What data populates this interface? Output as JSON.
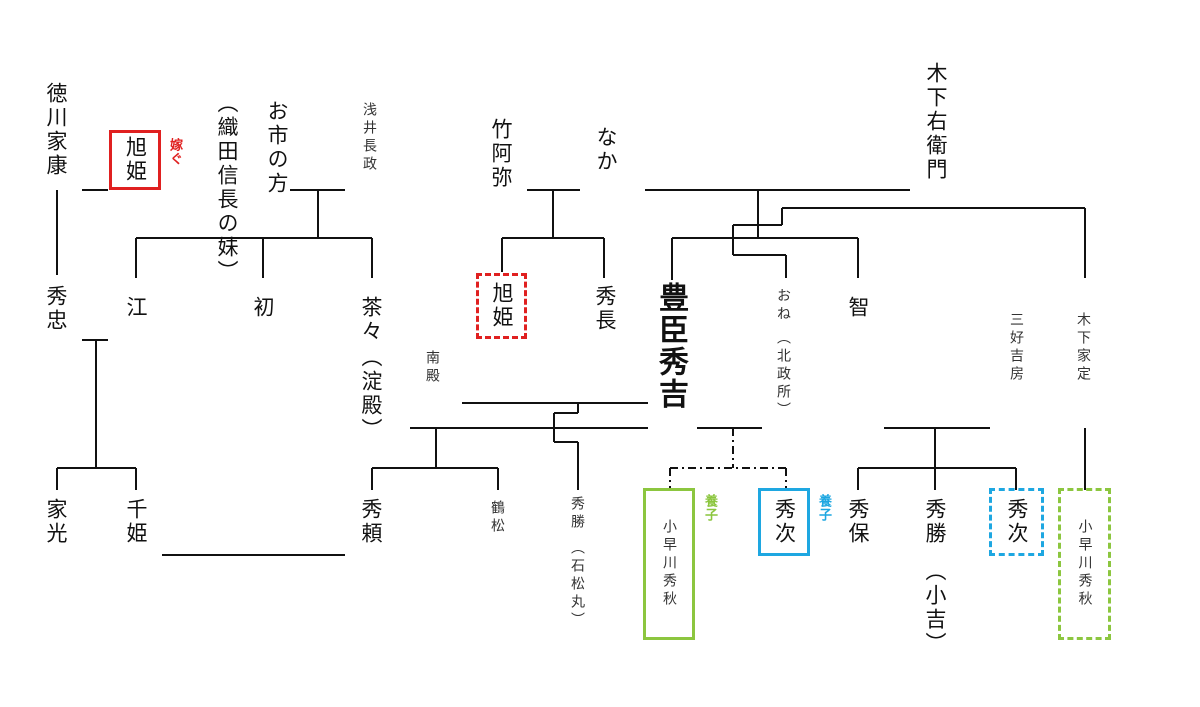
{
  "people": {
    "tokugawa_ieyasu": "徳川家康",
    "asahi_hime_bride": "旭姫",
    "oichi": "お市の方",
    "oichi_note": "（織田信長の妹）",
    "azai_nagamasa": "浅井長政",
    "chikuami": "竹阿弥",
    "naka": "なか",
    "kinoshita_uemon": "木下右衛門",
    "hidetada": "秀忠",
    "go": "江",
    "hatsu": "初",
    "chacha": "茶々",
    "chacha_note": "（淀殿）",
    "asahi_hime": "旭姫",
    "hidenaga": "秀長",
    "toyotomi_hideyoshi": "豊臣秀吉",
    "one": "おね",
    "one_note": "（北政所）",
    "tomo": "智",
    "miyoshi_yoshifusa": "三好吉房",
    "kinoshita_iesada": "木下家定",
    "minamidono": "南殿",
    "iemitsu": "家光",
    "senhime": "千姫",
    "hideyori": "秀頼",
    "tsurumatsu": "鶴松",
    "hidekatsu_ishimatsu": "秀勝",
    "hidekatsu_ishimatsu_note": "（石松丸）",
    "kobayakawa_adopted": "小早川秀秋",
    "hidetsugu_adopted": "秀次",
    "hideyasu": "秀保",
    "hidekatsu_ogou": "秀勝",
    "hidekatsu_ogou_note": "（小吉）",
    "hidetsugu": "秀次",
    "kobayakawa": "小早川秀秋"
  },
  "tags": {
    "marry": "嫁ぐ",
    "adopted_1": "養子",
    "adopted_2": "養子"
  },
  "colors": {
    "red": "#e02020",
    "green": "#8cc63f",
    "blue": "#1ea7e1",
    "line": "#111111"
  }
}
